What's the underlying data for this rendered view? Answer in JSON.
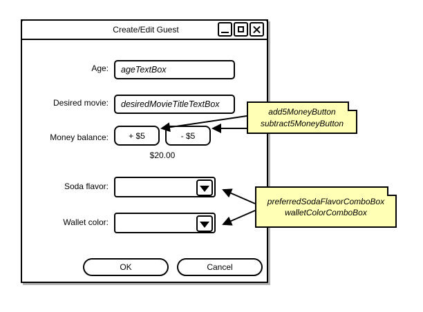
{
  "window": {
    "title": "Create/Edit Guest",
    "controls": [
      {
        "name": "minimize",
        "glyph": "_"
      },
      {
        "name": "maximize",
        "glyph": "□"
      },
      {
        "name": "close",
        "glyph": "✕"
      }
    ]
  },
  "form": {
    "age": {
      "label": "Age:",
      "value": "ageTextBox"
    },
    "desired_movie": {
      "label": "Desired movie:",
      "value": "desiredMovieTitleTextBox"
    },
    "money": {
      "label": "Money balance:",
      "add_label": "+ $5",
      "subtract_label": "- $5",
      "balance": "$20.00"
    },
    "soda_flavor": {
      "label": "Soda flavor:",
      "value": ""
    },
    "wallet_color": {
      "label": "Wallet color:",
      "value": ""
    }
  },
  "actions": {
    "ok_label": "OK",
    "cancel_label": "Cancel"
  },
  "notes": [
    {
      "id": "money-buttons-note",
      "lines": [
        "add5MoneyButton",
        "subtract5MoneyButton"
      ]
    },
    {
      "id": "combobox-note",
      "lines": [
        "preferredSodaFlavorComboBox",
        "walletColorComboBox"
      ]
    }
  ],
  "colors": {
    "note_fill": "#FFFFB5",
    "stroke": "#000000",
    "background": "#FFFFFF",
    "window_fill": "#FFFFFF"
  }
}
